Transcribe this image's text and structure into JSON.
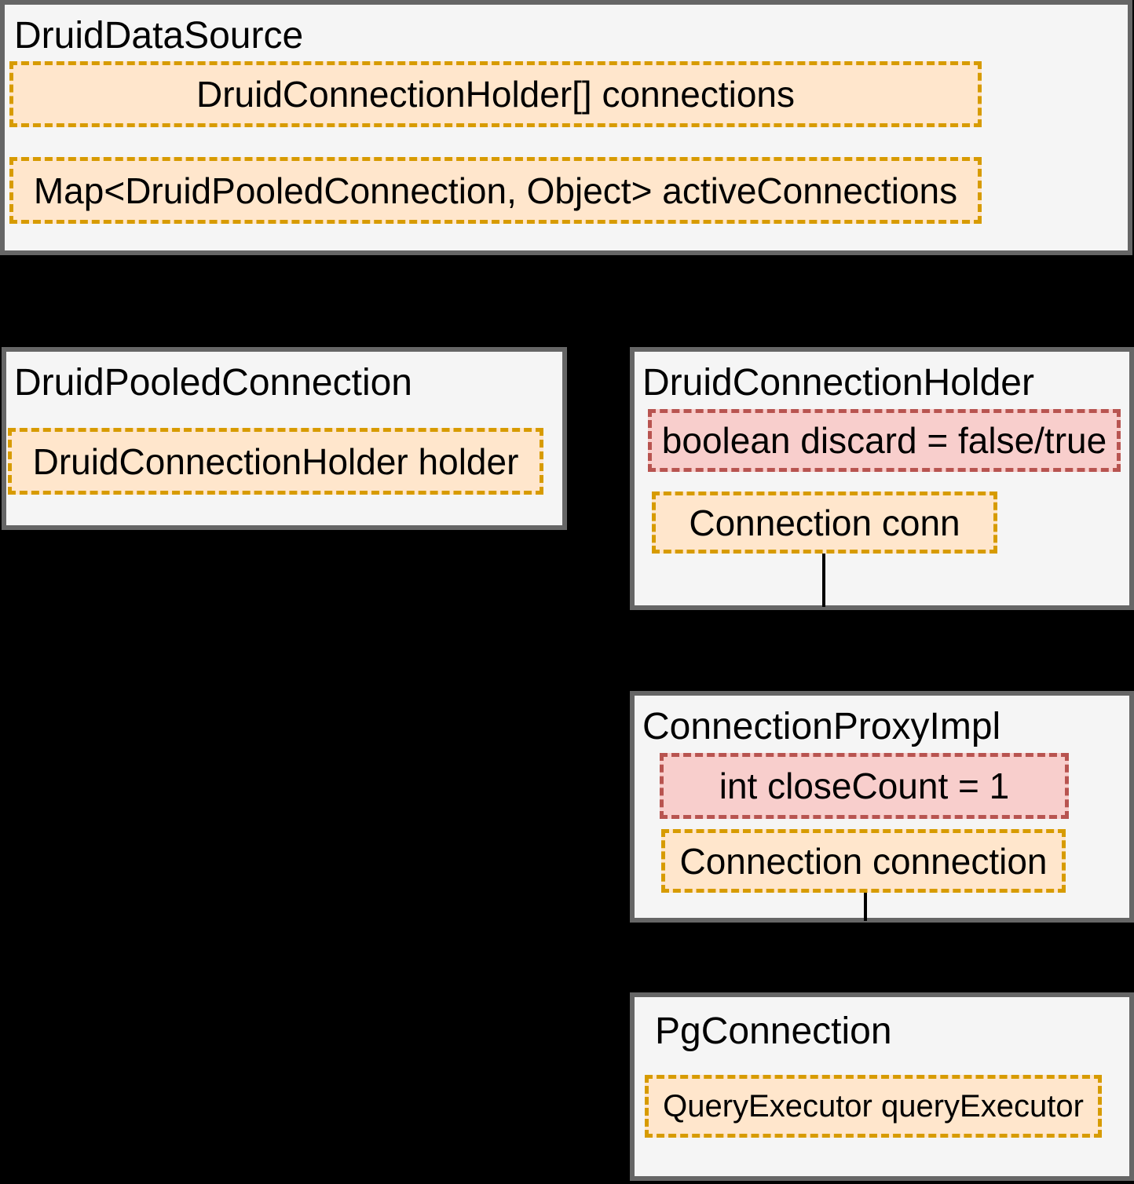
{
  "diagram": {
    "background_color": "#000000",
    "palette": {
      "box_fill": "#F5F5F5",
      "box_stroke": "#666666",
      "field_fill": "#FFE6CC",
      "field_stroke": "#D79B00",
      "highlight_field_fill": "#F8CECC",
      "highlight_field_stroke": "#B85450",
      "connector_color": "#000000",
      "text_color": "#000000"
    },
    "classes": [
      {
        "title": "DruidDataSource",
        "fields": [
          {
            "text": "DruidConnectionHolder[] connections",
            "style": "orange"
          },
          {
            "text": "Map<DruidPooledConnection, Object> activeConnections",
            "style": "orange"
          }
        ]
      },
      {
        "title": "DruidPooledConnection",
        "fields": [
          {
            "text": "DruidConnectionHolder holder",
            "style": "orange"
          }
        ]
      },
      {
        "title": "DruidConnectionHolder",
        "fields": [
          {
            "text": "boolean discard = false/true",
            "style": "red"
          },
          {
            "text": "Connection conn",
            "style": "orange"
          }
        ]
      },
      {
        "title": "ConnectionProxyImpl",
        "fields": [
          {
            "text": "int closeCount = 1",
            "style": "red"
          },
          {
            "text": "Connection connection",
            "style": "orange"
          }
        ]
      },
      {
        "title": "PgConnection",
        "fields": [
          {
            "text": "QueryExecutor queryExecutor",
            "style": "orange"
          }
        ]
      }
    ],
    "connectors": [
      {
        "from": "DruidConnectionHolder.conn",
        "to": "ConnectionProxyImpl"
      },
      {
        "from": "ConnectionProxyImpl.connection",
        "to": "PgConnection"
      }
    ]
  }
}
